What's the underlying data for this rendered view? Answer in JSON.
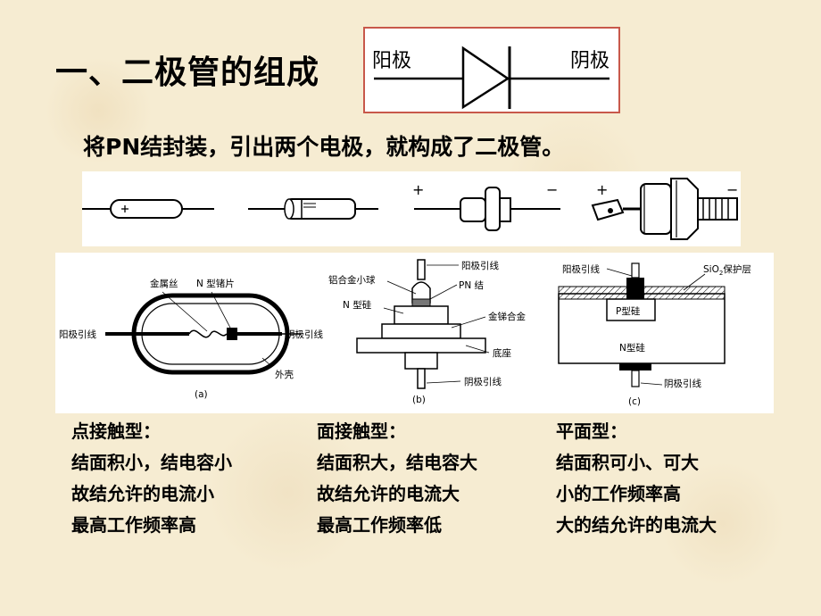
{
  "title": "一、二极管的组成",
  "symbol": {
    "anode_label": "阳极",
    "cathode_label": "阴极"
  },
  "subtitle": "将PN结封装，引出两个电极，就构成了二极管。",
  "package_marks": {
    "plus": "+",
    "minus": "−"
  },
  "structures": {
    "a": {
      "caption": "(a)",
      "labels": [
        "金属丝",
        "N 型锗片",
        "阳极引线",
        "阴极引线",
        "外壳"
      ]
    },
    "b": {
      "caption": "(b)",
      "labels": [
        "阳极引线",
        "铝合金小球",
        "PN 结",
        "N 型硅",
        "金锑合金",
        "底座",
        "阴极引线"
      ]
    },
    "c": {
      "caption": "(c)",
      "labels": [
        "阳极引线",
        "SiO",
        "2",
        "保护层",
        "P型硅",
        "N型硅",
        "阴极引线"
      ]
    }
  },
  "types": [
    {
      "name": "点接触型：",
      "lines": [
        "结面积小，结电容小",
        "故结允许的电流小",
        "最高工作频率高"
      ]
    },
    {
      "name": "面接触型：",
      "lines": [
        "结面积大，结电容大",
        "故结允许的电流大",
        "最高工作频率低"
      ]
    },
    {
      "name": "平面型：",
      "lines": [
        "结面积可小、可大",
        "小的工作频率高",
        "大的结允许的电流大"
      ]
    }
  ]
}
